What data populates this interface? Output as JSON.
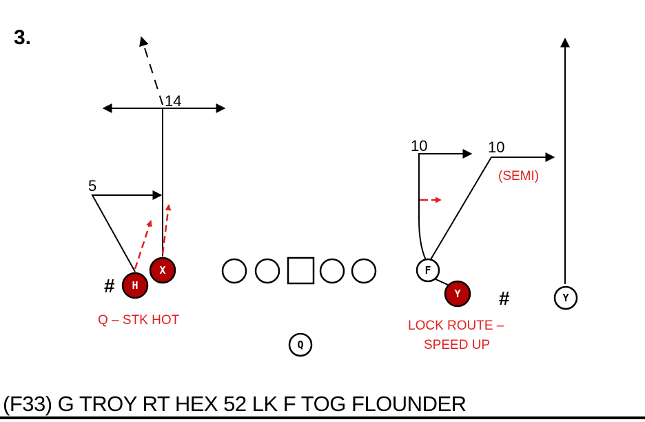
{
  "play_number": "3.",
  "caption": "(F33) G TROY RT HEX 52 LK F TOG FLOUNDER",
  "colors": {
    "red": "#b00000",
    "note": "#e02020",
    "ink": "#000000"
  },
  "route_labels": {
    "depth_14": "14",
    "depth_5": "5",
    "depth_10_left": "10",
    "depth_10_right": "10",
    "semi": "(SEMI)"
  },
  "notes": {
    "hot": "Q – STK HOT",
    "lock_line1": "LOCK ROUTE –",
    "lock_line2": "SPEED UP"
  },
  "hash_marks": [
    "#",
    "#"
  ],
  "players": {
    "h": "H",
    "x": "X",
    "f": "F",
    "y_red": "Y",
    "y_right": "Y",
    "q": "Q"
  }
}
